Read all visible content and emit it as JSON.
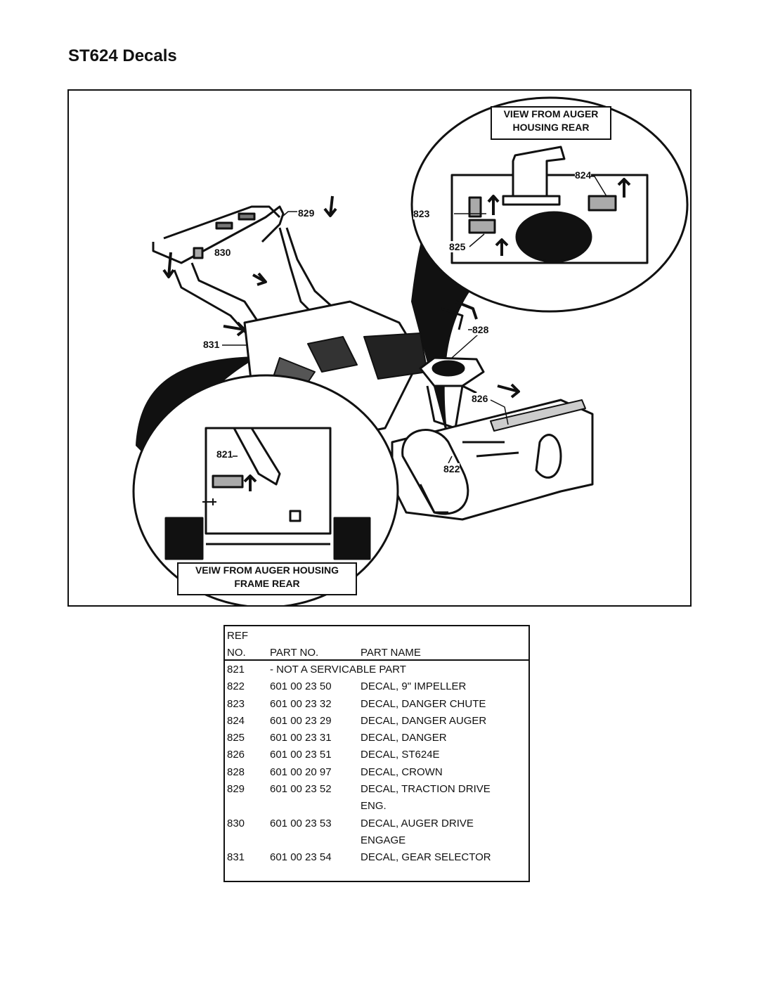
{
  "page": {
    "title": "ST624 Decals"
  },
  "figure": {
    "view_top": {
      "line1": "VIEW FROM AUGER",
      "line2": "HOUSING REAR"
    },
    "view_bottom": {
      "line1": "VEIW FROM AUGER HOUSING",
      "line2": "FRAME REAR"
    },
    "ref_labels": {
      "r821": "821",
      "r822": "822",
      "r823": "823",
      "r824": "824",
      "r825": "825",
      "r826": "826",
      "r828": "828",
      "r829": "829",
      "r830": "830",
      "r831": "831"
    }
  },
  "table": {
    "headers": {
      "ref_line1": "REF",
      "ref_line2": "NO.",
      "part_no": "PART NO.",
      "part_name": "PART NAME"
    },
    "rows": [
      {
        "ref": "821",
        "part_no": "- NOT A SERVICABLE PART",
        "part_name": ""
      },
      {
        "ref": "822",
        "part_no": "601 00 23 50",
        "part_name": "DECAL, 9\" IMPELLER"
      },
      {
        "ref": "823",
        "part_no": "601 00 23 32",
        "part_name": "DECAL, DANGER CHUTE"
      },
      {
        "ref": "824",
        "part_no": "601 00 23 29",
        "part_name": "DECAL, DANGER AUGER"
      },
      {
        "ref": "825",
        "part_no": "601 00 23 31",
        "part_name": "DECAL, DANGER"
      },
      {
        "ref": "826",
        "part_no": "601 00 23 51",
        "part_name": "DECAL, ST624E"
      },
      {
        "ref": "828",
        "part_no": "601 00 20 97",
        "part_name": "DECAL, CROWN"
      },
      {
        "ref": "829",
        "part_no": "601 00 23 52",
        "part_name": "DECAL, TRACTION DRIVE"
      },
      {
        "ref": "",
        "part_no": "",
        "part_name": "ENG."
      },
      {
        "ref": "830",
        "part_no": "601 00 23 53",
        "part_name": "DECAL, AUGER DRIVE"
      },
      {
        "ref": "",
        "part_no": "",
        "part_name": "ENGAGE"
      },
      {
        "ref": "831",
        "part_no": "601 00 23 54",
        "part_name": "DECAL, GEAR SELECTOR"
      }
    ]
  }
}
